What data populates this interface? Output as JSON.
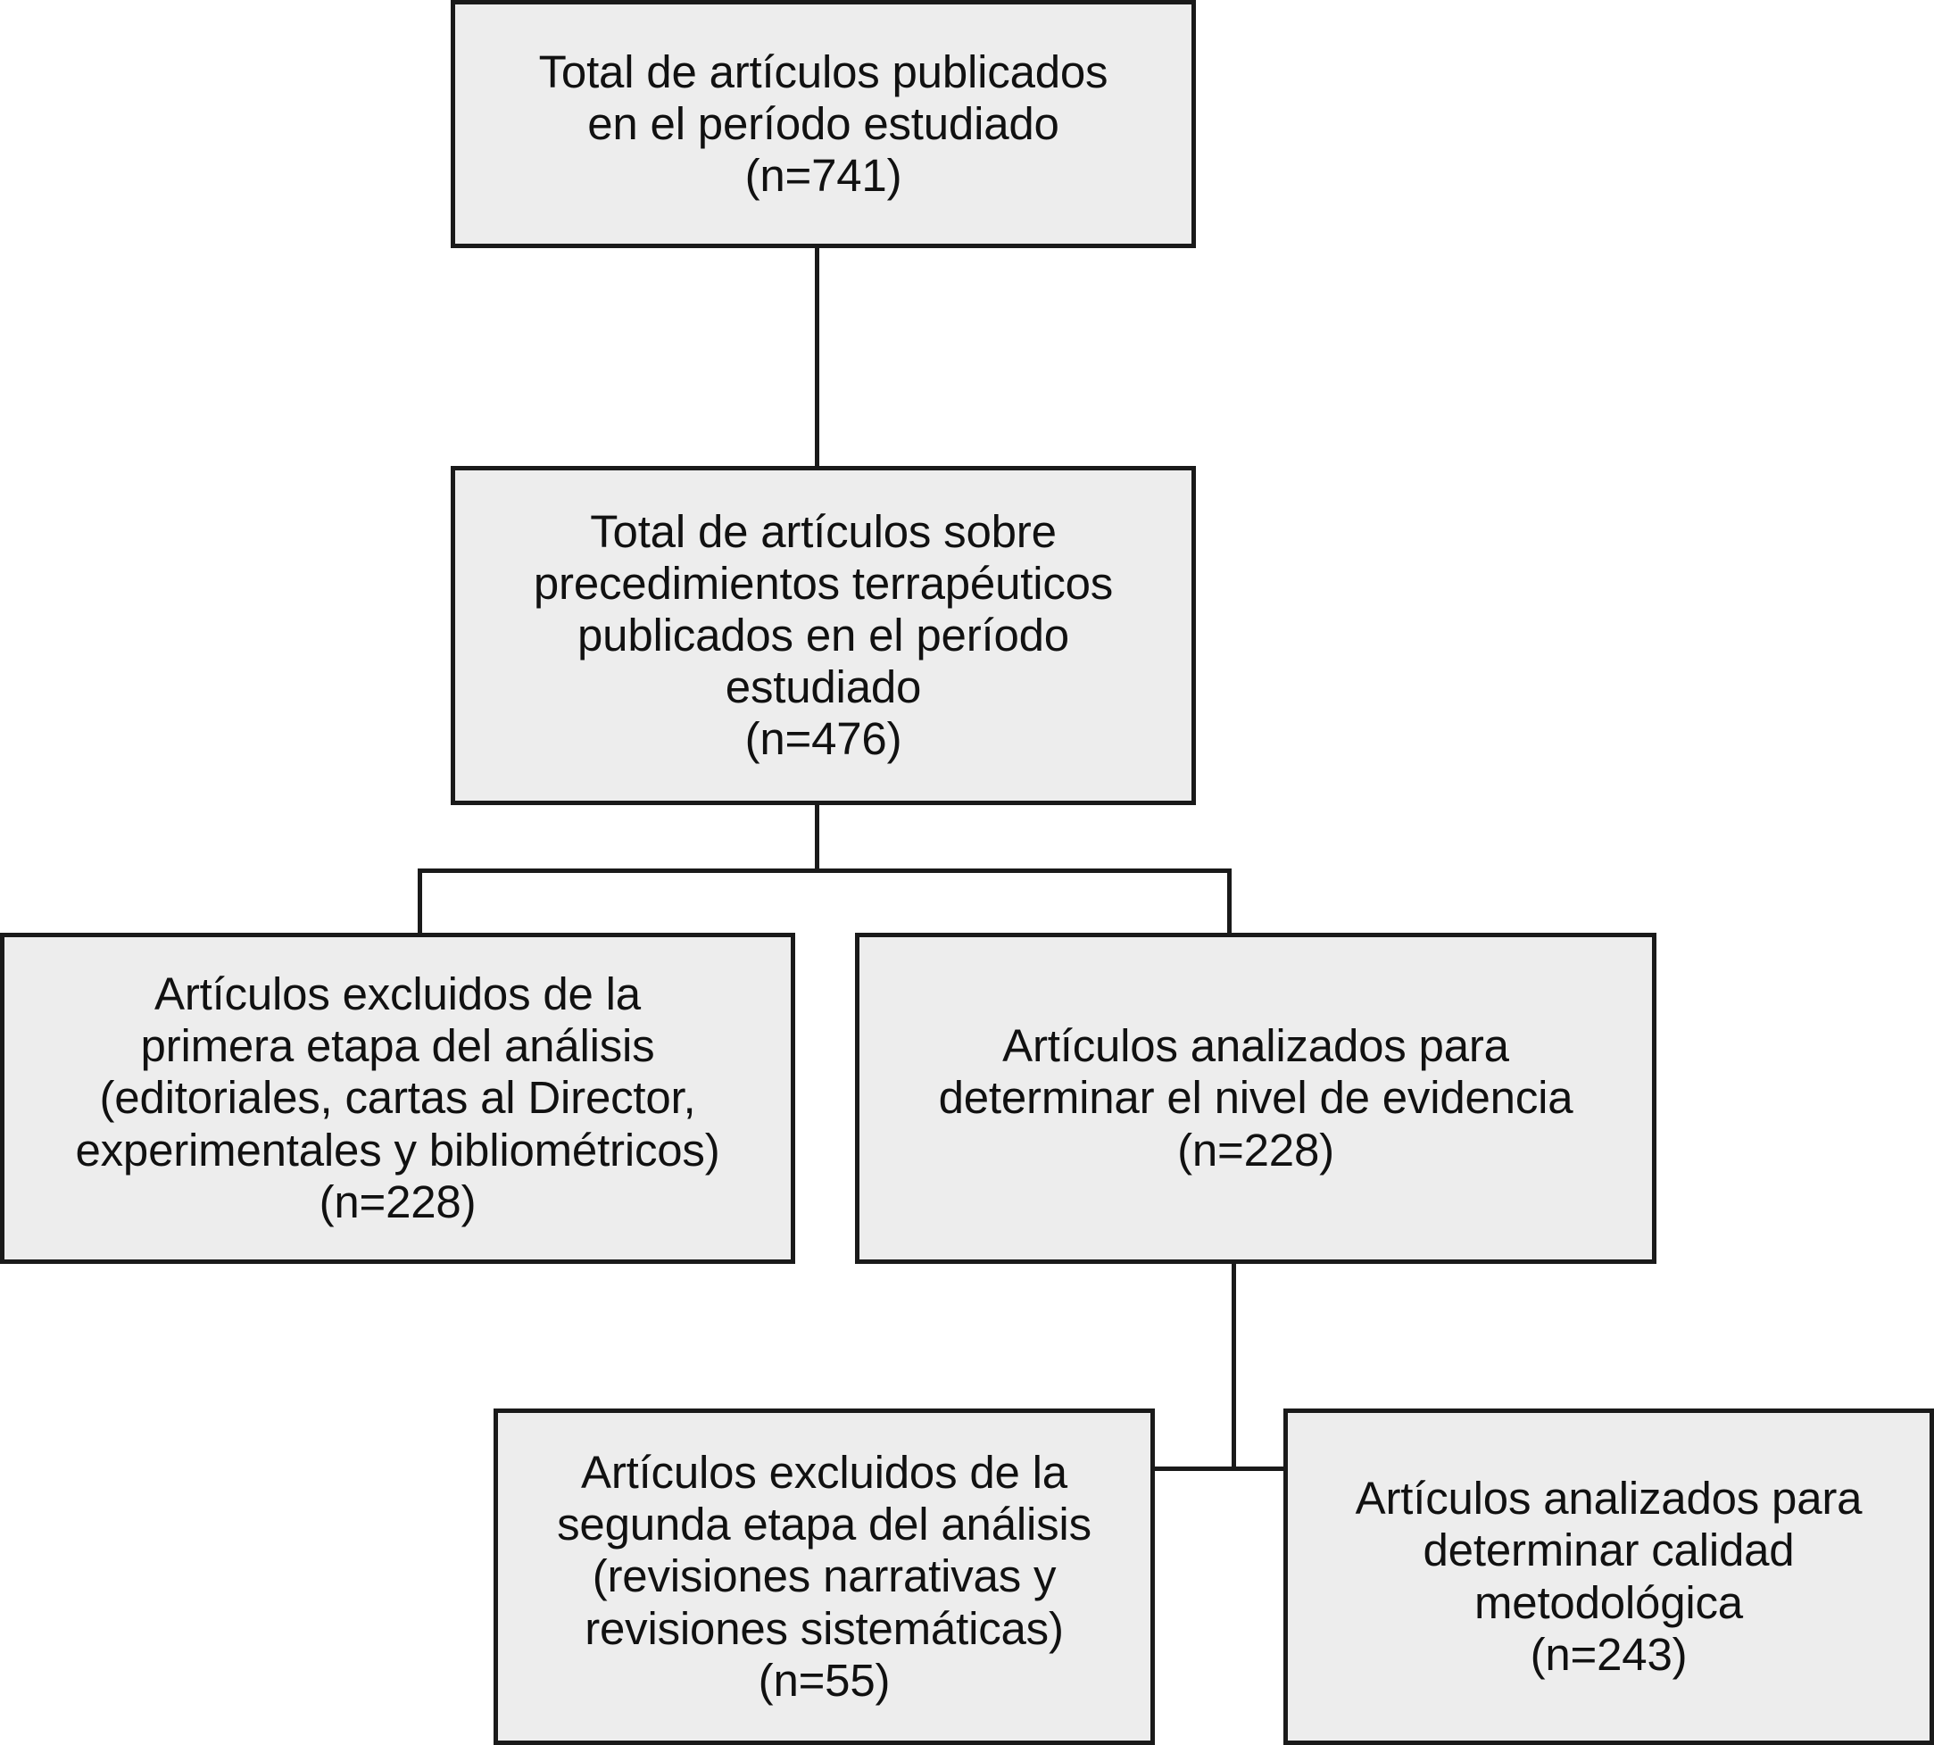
{
  "diagram": {
    "type": "flowchart",
    "orientation": "top-down",
    "colors": {
      "node_fill": "#ededed",
      "node_border": "#1a1a1a",
      "connector": "#1a1a1a",
      "text": "#111111",
      "background": "#ffffff"
    },
    "nodes": [
      {
        "id": "total-publicados",
        "label": "Total de artículos publicados\nen el período estudiado\n(n=741)",
        "count": 741,
        "count_label": "(n=741)",
        "lines": [
          "Total de artículos publicados",
          "en el período estudiado",
          "(n=741)"
        ]
      },
      {
        "id": "total-terapeuticos",
        "label": "Total de artículos sobre\nprecedimientos terrapéuticos\npublicados en el período\nestudiado\n(n=476)",
        "count": 476,
        "count_label": "(n=476)",
        "lines": [
          "Total de artículos sobre",
          "precedimientos terrapéuticos",
          "publicados en el período",
          "estudiado",
          "(n=476)"
        ]
      },
      {
        "id": "excluidos-primera",
        "label": "Artículos excluidos de la\nprimera etapa del análisis\n(editoriales, cartas al Director,\nexperimentales y bibliométricos)\n(n=228)",
        "count": 228,
        "count_label": "(n=228)",
        "lines": [
          "Artículos excluidos de la",
          "primera etapa del análisis",
          "(editoriales, cartas al Director,",
          "experimentales y bibliométricos)",
          "(n=228)"
        ]
      },
      {
        "id": "analizados-evidencia",
        "label": "Artículos analizados para\ndeterminar el nivel de evidencia\n(n=228)",
        "count": 228,
        "count_label": "(n=228)",
        "lines": [
          "Artículos analizados para",
          "determinar el nivel de evidencia",
          "(n=228)"
        ]
      },
      {
        "id": "excluidos-segunda",
        "label": "Artículos excluidos de la\nsegunda etapa del análisis\n(revisiones narrativas y\nrevisiones sistemáticas)\n(n=55)",
        "count": 55,
        "count_label": "(n=55)",
        "lines": [
          "Artículos excluidos de la",
          "segunda etapa del análisis",
          "(revisiones narrativas y",
          "revisiones sistemáticas)",
          "(n=55)"
        ]
      },
      {
        "id": "analizados-calidad",
        "label": "Artículos  analizados para\ndeterminar calidad\nmetodológica\n(n=243)",
        "count": 243,
        "count_label": "(n=243)",
        "lines": [
          "Artículos  analizados para",
          "determinar calidad",
          "metodológica",
          "(n=243)"
        ]
      }
    ],
    "edges": [
      {
        "from": "total-publicados",
        "to": "total-terapeuticos",
        "style": "straight"
      },
      {
        "from": "total-terapeuticos",
        "to": "excluidos-primera",
        "style": "elbow"
      },
      {
        "from": "total-terapeuticos",
        "to": "analizados-evidencia",
        "style": "elbow"
      },
      {
        "from": "analizados-evidencia",
        "to": "excluidos-segunda",
        "style": "elbow"
      },
      {
        "from": "analizados-evidencia",
        "to": "analizados-calidad",
        "style": "elbow"
      }
    ]
  }
}
